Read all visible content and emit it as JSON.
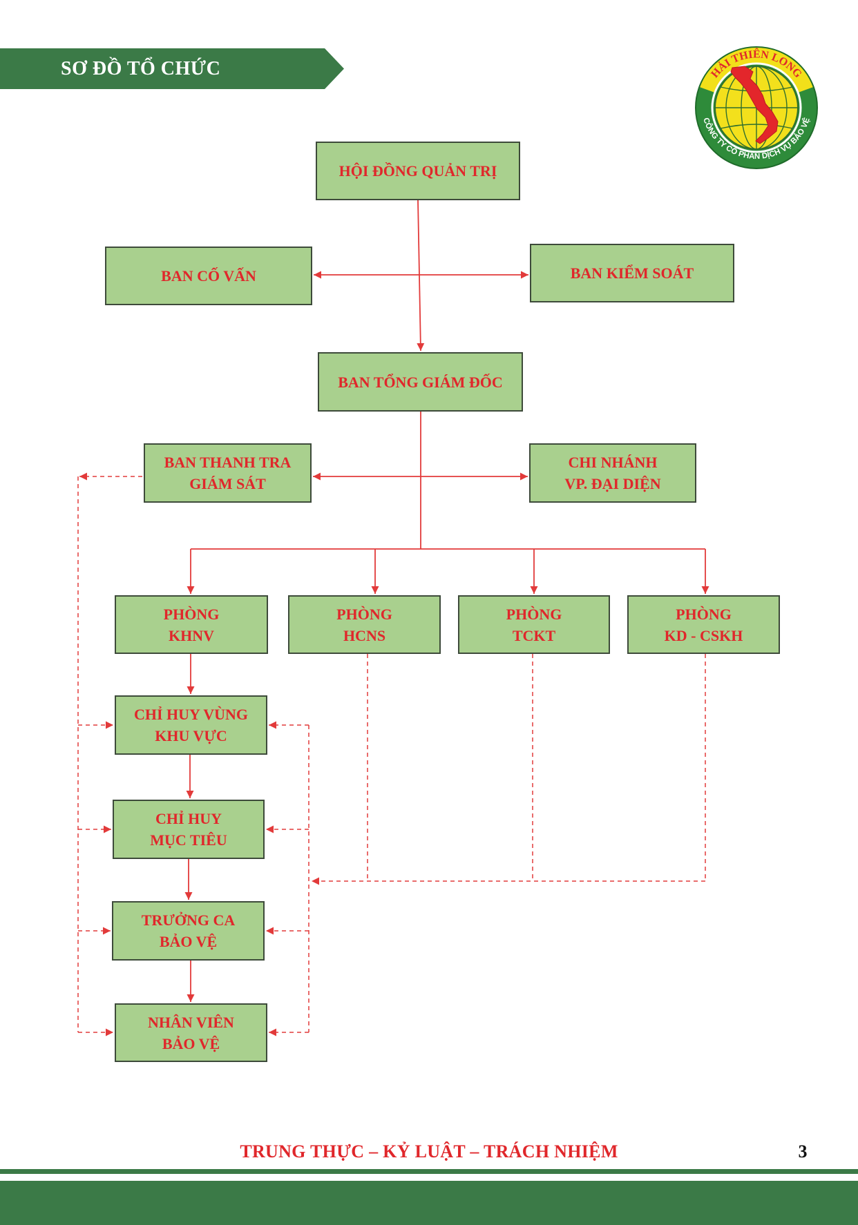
{
  "header": {
    "title": "SƠ ĐỒ TỔ CHỨC"
  },
  "logo": {
    "brand": "HẢI THIÊN LONG",
    "tagline": "CÔNG TY CỔ PHẦN DỊCH VỤ BẢO VỆ"
  },
  "org_chart": {
    "board": {
      "label": "HỘI ĐỒNG QUẢN TRỊ"
    },
    "advisory": {
      "label": "BAN CỐ VẤN"
    },
    "supervisory": {
      "label": "BAN KIỂM SOÁT"
    },
    "executive": {
      "label": "BAN TỔNG GIÁM ĐỐC"
    },
    "inspection": {
      "lines": [
        "BAN THANH TRA",
        "GIÁM SÁT"
      ]
    },
    "branch": {
      "lines": [
        "CHI NHÁNH",
        "VP. ĐẠI DIỆN"
      ]
    },
    "departments": [
      {
        "lines": [
          "PHÒNG",
          "KHNV"
        ]
      },
      {
        "lines": [
          "PHÒNG",
          "HCNS"
        ]
      },
      {
        "lines": [
          "PHÒNG",
          "TCKT"
        ]
      },
      {
        "lines": [
          "PHÒNG",
          "KD - CSKH"
        ]
      }
    ],
    "operations": [
      {
        "lines": [
          "CHỈ HUY VÙNG",
          "KHU VỰC"
        ]
      },
      {
        "lines": [
          "CHỈ HUY",
          "MỤC TIÊU"
        ]
      },
      {
        "lines": [
          "TRƯỞNG CA",
          "BẢO VỆ"
        ]
      },
      {
        "lines": [
          "NHÂN VIÊN",
          "BẢO VỆ"
        ]
      }
    ]
  },
  "footer": {
    "motto": "TRUNG THỰC – KỶ LUẬT – TRÁCH NHIỆM",
    "page_number": "3"
  },
  "colors": {
    "brand": "#3b7a47",
    "box_fill": "#a9d08e",
    "box_border": "#3d4a3a",
    "accent_text": "#e0272b",
    "connector": "#e23a3a"
  }
}
